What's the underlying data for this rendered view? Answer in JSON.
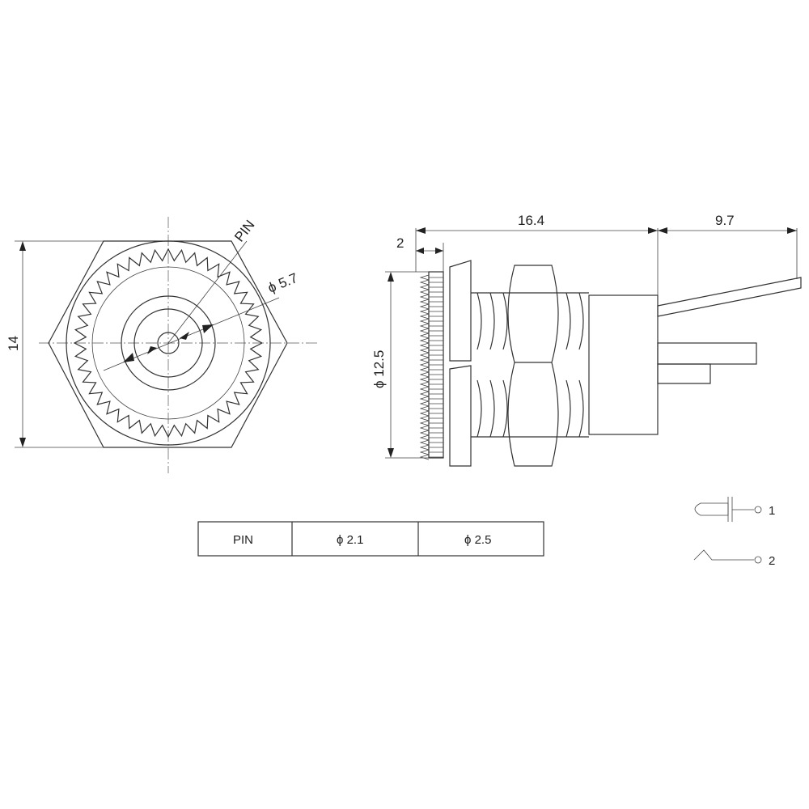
{
  "front_view": {
    "dim_height": "14",
    "label_pin": "PIN",
    "dim_inner_diameter": "ϕ 5.7"
  },
  "side_view": {
    "dim_flange_thickness": "2",
    "dim_body_length": "16.4",
    "dim_terminal_length": "9.7",
    "dim_flange_diameter": "ϕ 12.5"
  },
  "pin_table": {
    "header": "PIN",
    "options": [
      "ϕ 2.1",
      "ϕ 2.5"
    ]
  },
  "schematic": {
    "terminal_1": "1",
    "terminal_2": "2"
  },
  "colors": {
    "line": "#333333",
    "background": "#ffffff"
  }
}
